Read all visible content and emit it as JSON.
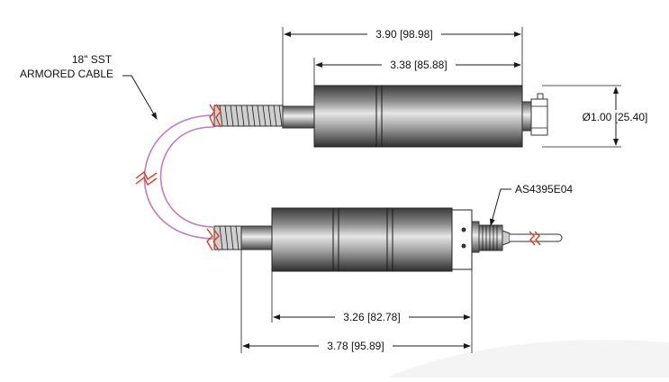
{
  "dimensions": {
    "overall_length_top": "3.90 [98.98]",
    "body_length_top": "3.38 [85.88]",
    "diameter": "Ø1.00 [25.40]",
    "body_length_bottom": "3.26 [82.78]",
    "overall_length_bottom": "3.78 [95.89]"
  },
  "callouts": {
    "cable_line1": "18\" SST",
    "cable_line2": "ARMORED CABLE",
    "fitting": "AS4395E04"
  },
  "colors": {
    "cable": "#c27bc0",
    "break_mark": "#e53a1d",
    "body_dark": "#3a3a3a",
    "body_light": "#dcdcdc",
    "line": "#1a1a1a"
  }
}
